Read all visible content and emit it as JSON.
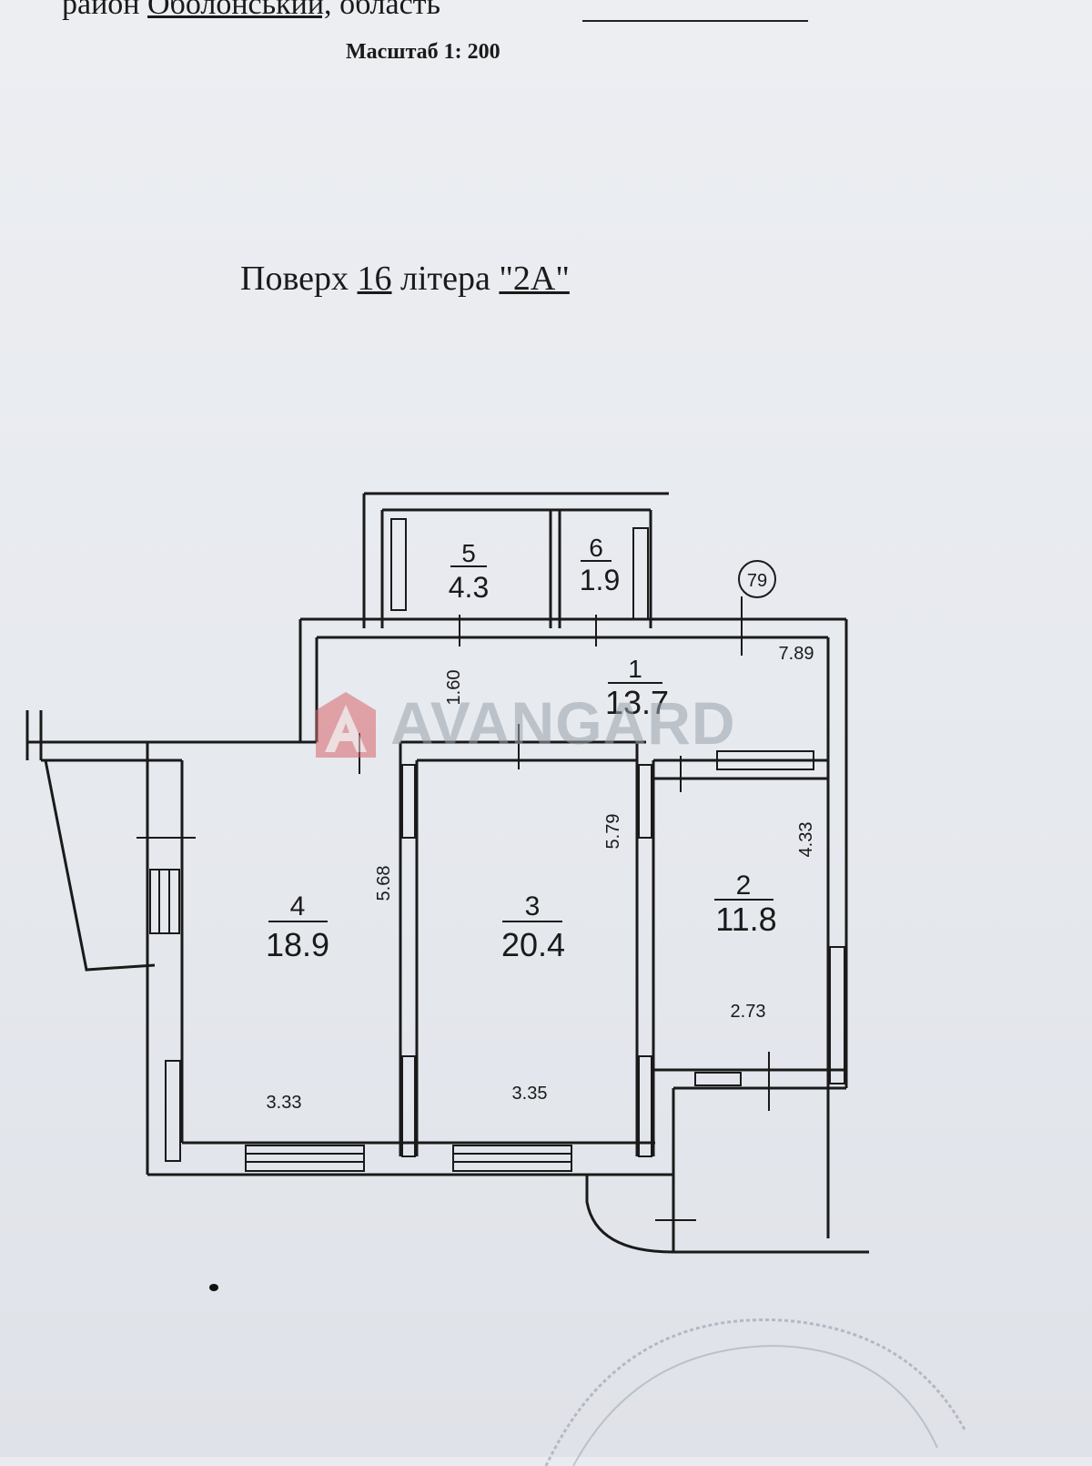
{
  "header": {
    "district_label": "район",
    "district_name": "Оболонський,",
    "region_label": "область",
    "scale_text": "Масштаб 1: 200"
  },
  "floor": {
    "prefix": "Поверх",
    "number": "16",
    "letter_label": "літера",
    "letter": "\"2А\""
  },
  "plan": {
    "apartment_number": "79",
    "rooms": [
      {
        "number": "1",
        "area": "13.7"
      },
      {
        "number": "2",
        "area": "11.8"
      },
      {
        "number": "3",
        "area": "20.4"
      },
      {
        "number": "4",
        "area": "18.9"
      },
      {
        "number": "5",
        "area": "4.3"
      },
      {
        "number": "6",
        "area": "1.9"
      }
    ],
    "dimensions": {
      "hall_length": "7.89",
      "hall_width": "1.60",
      "room4_length": "5.68",
      "room4_width": "3.33",
      "room3_length": "5.79",
      "room3_width": "3.35",
      "room2_length": "4.33",
      "room2_width": "2.73"
    }
  },
  "watermark": {
    "text": "AVANGARD",
    "colors": {
      "logo": "#d9666b",
      "text": "#9aa3ad"
    }
  }
}
